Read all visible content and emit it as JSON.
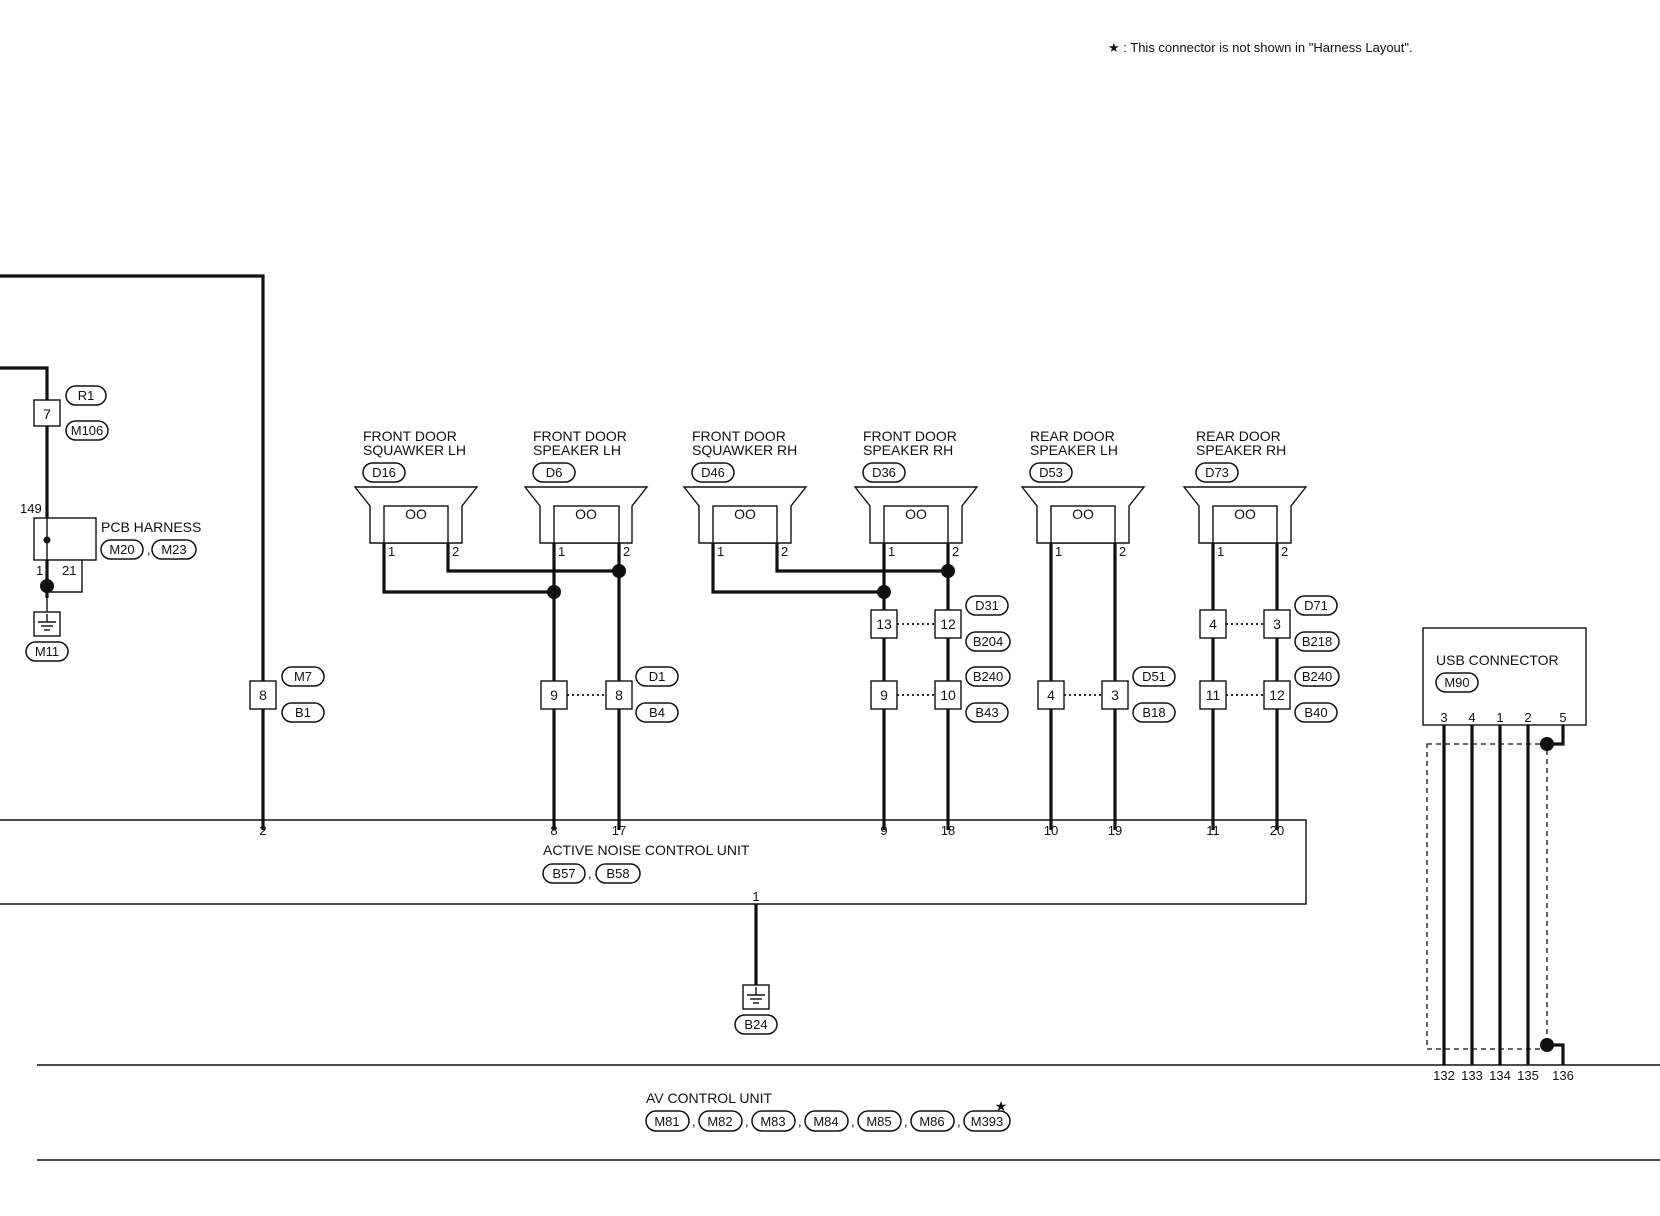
{
  "note": "★ : This connector is not shown in \"Harness Layout\".",
  "pcb_harness": {
    "label": "PCB HARNESS",
    "connectors": [
      "M20",
      "M23"
    ],
    "pins": {
      "top": "149",
      "left": "1",
      "right": "21"
    },
    "junction_pin": "7",
    "junction_connectors": [
      "R1",
      "M106"
    ],
    "ground": "M11"
  },
  "speakers": [
    {
      "line1": "FRONT DOOR",
      "line2": "SQUAWKER LH",
      "connector": "D16",
      "pins": [
        "1",
        "2"
      ]
    },
    {
      "line1": "FRONT DOOR",
      "line2": "SPEAKER LH",
      "connector": "D6",
      "pins": [
        "1",
        "2"
      ]
    },
    {
      "line1": "FRONT DOOR",
      "line2": "SQUAWKER RH",
      "connector": "D46",
      "pins": [
        "1",
        "2"
      ]
    },
    {
      "line1": "FRONT DOOR",
      "line2": "SPEAKER RH",
      "connector": "D36",
      "pins": [
        "1",
        "2"
      ]
    },
    {
      "line1": "REAR DOOR",
      "line2": "SPEAKER LH",
      "connector": "D53",
      "pins": [
        "1",
        "2"
      ]
    },
    {
      "line1": "REAR DOOR",
      "line2": "SPEAKER RH",
      "connector": "D73",
      "pins": [
        "1",
        "2"
      ]
    }
  ],
  "joints": [
    {
      "pins": [
        "8"
      ],
      "connectors": [
        "M7",
        "B1"
      ]
    },
    {
      "pins": [
        "9",
        "8"
      ],
      "connectors": [
        "D1",
        "B4"
      ]
    },
    {
      "pins": [
        "13",
        "12"
      ],
      "connectors": [
        "D31",
        "B204"
      ]
    },
    {
      "pins": [
        "9",
        "10"
      ],
      "connectors": [
        "B240",
        "B43"
      ]
    },
    {
      "pins": [
        "4",
        "3"
      ],
      "connectors": [
        "D51",
        "B18"
      ]
    },
    {
      "pins": [
        "4",
        "3"
      ],
      "connectors": [
        "D71",
        "B218"
      ]
    },
    {
      "pins": [
        "11",
        "12"
      ],
      "connectors": [
        "B240",
        "B40"
      ]
    }
  ],
  "anc_unit": {
    "label": "ACTIVE NOISE CONTROL UNIT",
    "connectors": [
      "B57",
      "B58"
    ],
    "pins": [
      "2",
      "8",
      "17",
      "9",
      "18",
      "10",
      "19",
      "11",
      "20"
    ],
    "ground_pin": "1",
    "ground": "B24"
  },
  "usb": {
    "label": "USB CONNECTOR",
    "connector": "M90",
    "pins": [
      "3",
      "4",
      "1",
      "2",
      "5"
    ]
  },
  "av_unit": {
    "label": "AV CONTROL UNIT",
    "connectors": [
      "M81",
      "M82",
      "M83",
      "M84",
      "M85",
      "M86",
      "M393"
    ],
    "pins": [
      "132",
      "133",
      "134",
      "135",
      "136"
    ],
    "star": "★"
  }
}
